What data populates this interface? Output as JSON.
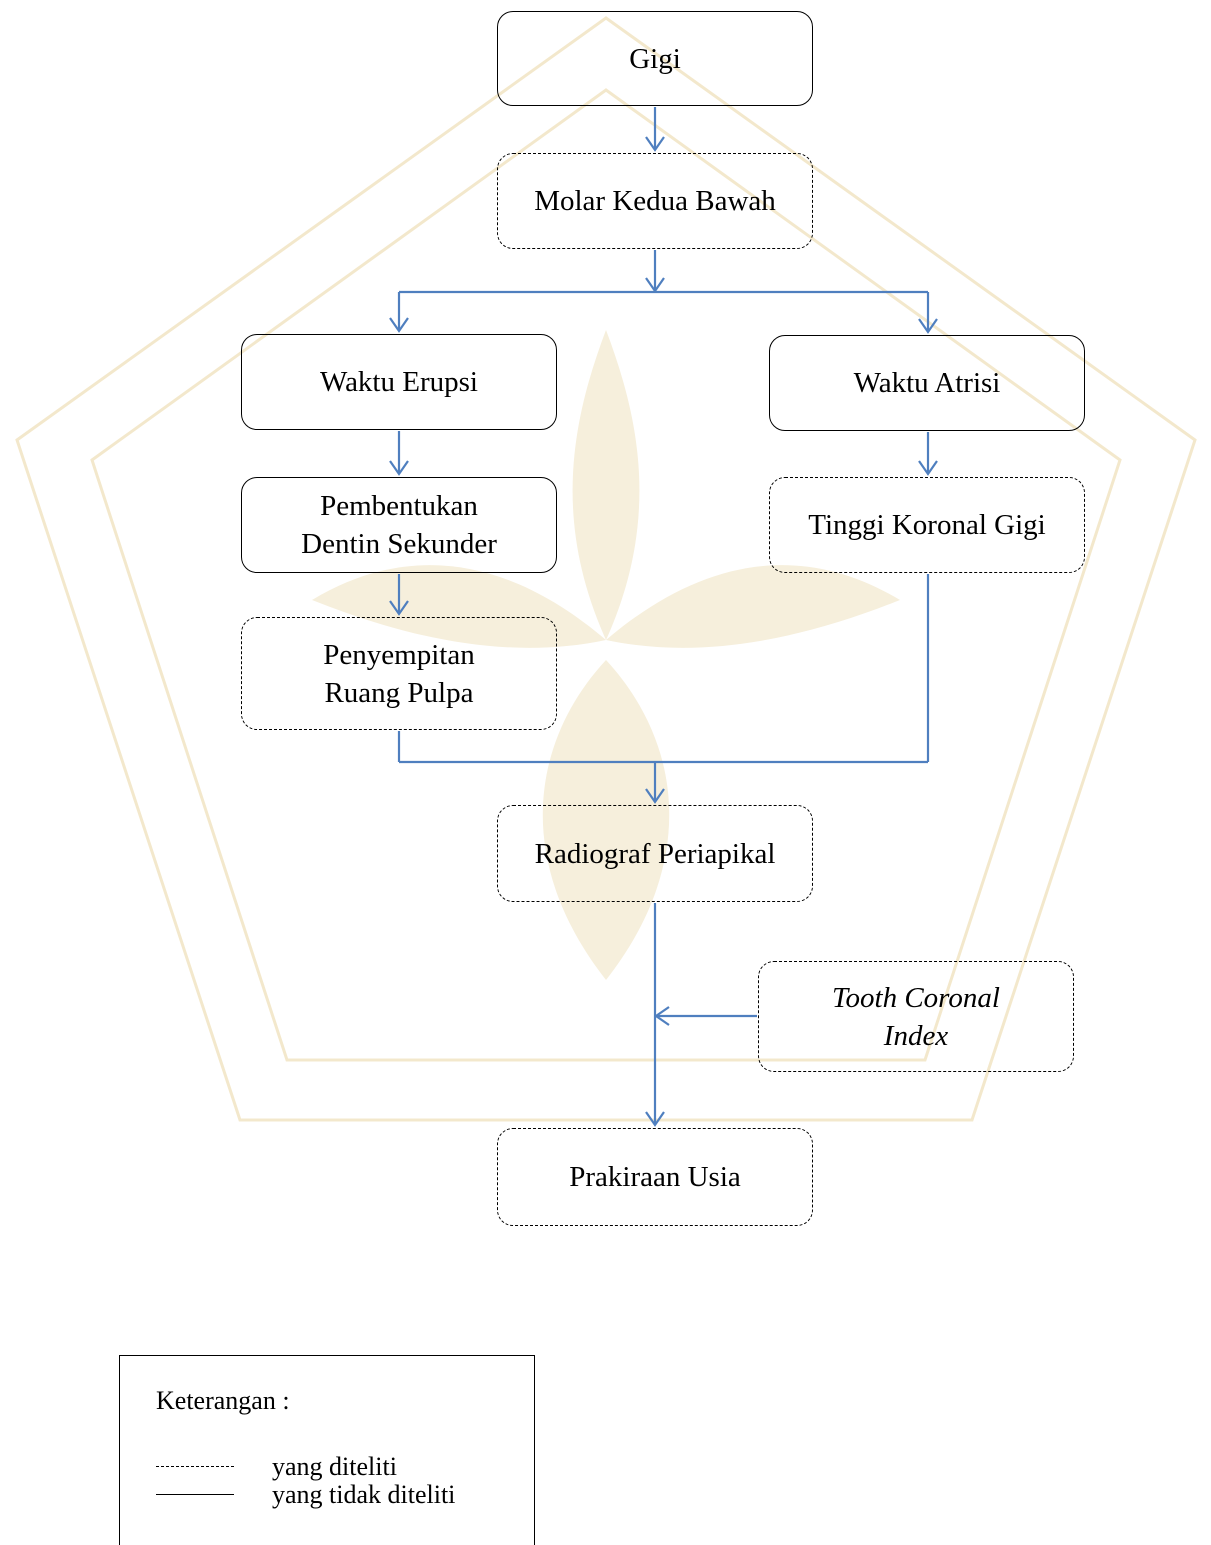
{
  "nodes": {
    "gigi": "Gigi",
    "molar": "Molar Kedua Bawah",
    "erupsi": "Waktu Erupsi",
    "atrisi": "Waktu Atrisi",
    "dentin": "Pembentukan\nDentin Sekunder",
    "tinggi": "Tinggi Koronal Gigi",
    "pulpa": "Penyempitan\nRuang Pulpa",
    "radiograf": "Radiograf Periapikal",
    "tci": "Tooth Coronal\nIndex",
    "usia": "Prakiraan Usia"
  },
  "legend": {
    "title": "Keterangan :",
    "dashed_label": "yang diteliti",
    "solid_label": "yang tidak diteliti"
  },
  "colors": {
    "arrow": "#4f7fbf",
    "border": "#000000",
    "watermark": "#f2e6c8"
  }
}
